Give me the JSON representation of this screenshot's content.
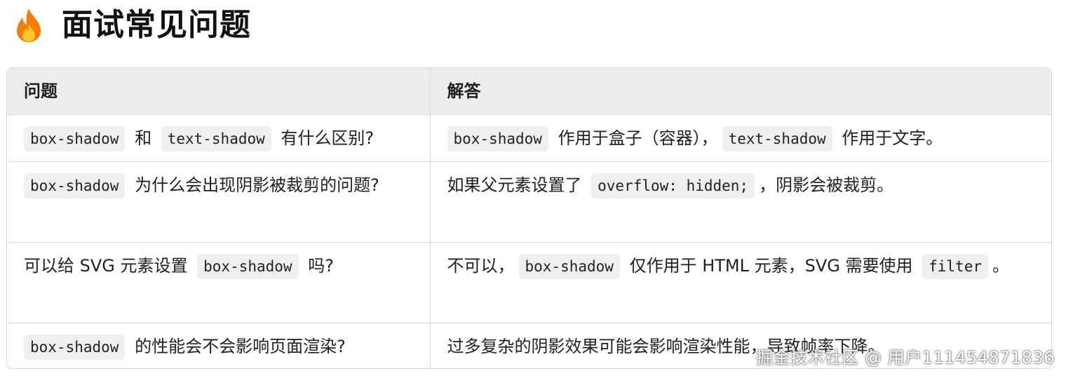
{
  "heading": {
    "icon": "fire-icon",
    "title": "面试常见问题"
  },
  "table": {
    "headers": [
      "问题",
      "解答"
    ],
    "rows": [
      {
        "q": [
          {
            "code": "box-shadow"
          },
          {
            "text": " 和 "
          },
          {
            "code": "text-shadow"
          },
          {
            "text": " 有什么区别?"
          }
        ],
        "a": [
          {
            "code": "box-shadow"
          },
          {
            "text": " 作用于盒子（容器），"
          },
          {
            "code": "text-shadow"
          },
          {
            "text": " 作用于文字。"
          }
        ]
      },
      {
        "q": [
          {
            "code": "box-shadow"
          },
          {
            "text": " 为什么会出现阴影被裁剪的问题?"
          }
        ],
        "a": [
          {
            "text": "如果父元素设置了 "
          },
          {
            "code": "overflow: hidden;"
          },
          {
            "text": "，阴影会被裁剪。"
          }
        ]
      },
      {
        "q": [
          {
            "text": "可以给 SVG 元素设置 "
          },
          {
            "code": "box-shadow"
          },
          {
            "text": " 吗?"
          }
        ],
        "a": [
          {
            "text": "不可以，"
          },
          {
            "code": "box-shadow"
          },
          {
            "text": " 仅作用于 HTML 元素，SVG 需要使用 "
          },
          {
            "code": "filter"
          },
          {
            "text": "。"
          }
        ]
      },
      {
        "q": [
          {
            "code": "box-shadow"
          },
          {
            "text": " 的性能会不会影响页面渲染?"
          }
        ],
        "a": [
          {
            "text": "过多复杂的阴影效果可能会影响渲染性能，导致帧率下降。"
          }
        ]
      }
    ]
  },
  "watermark": "掘金技术社区 @ 用户111454871836",
  "colors": {
    "header_bg": "#ededed",
    "code_bg": "#efefef",
    "border": "#dadada",
    "fire_outer": "#f57c00",
    "fire_inner": "#ffca28"
  }
}
